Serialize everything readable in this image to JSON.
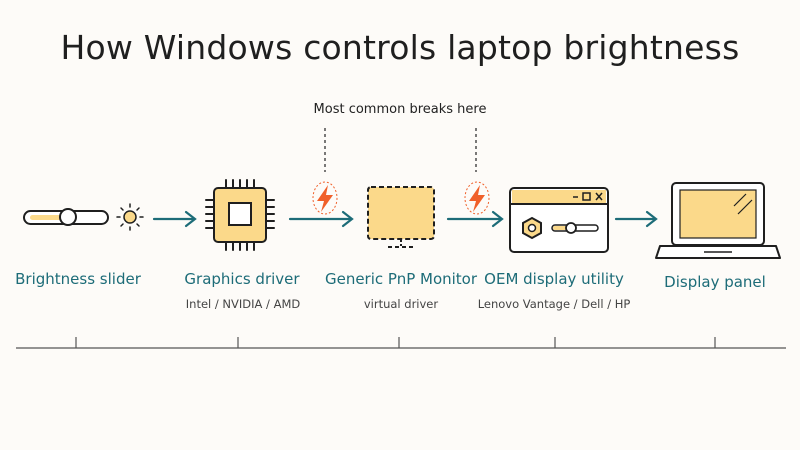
{
  "title": "How Windows controls laptop brightness",
  "annotation": "Most common breaks here",
  "stages": [
    {
      "label": "Brightness slider",
      "sublabel": ""
    },
    {
      "label": "Graphics driver",
      "sublabel": "Intel / NVIDIA / AMD"
    },
    {
      "label": "Generic PnP Monitor",
      "sublabel": "virtual driver"
    },
    {
      "label": "OEM display utility",
      "sublabel": "Lenovo Vantage / Dell / HP"
    },
    {
      "label": "Display panel",
      "sublabel": ""
    }
  ],
  "colors": {
    "accent_fill": "#fbd98a",
    "stroke": "#1f1f1f",
    "arrow": "#1d6c78",
    "label": "#1d6c78",
    "break_icon": "#f0602a"
  },
  "icons": [
    "slider-icon",
    "sun-icon",
    "chip-icon",
    "monitor-icon",
    "lightning-icon",
    "utility-window-icon",
    "laptop-icon"
  ]
}
